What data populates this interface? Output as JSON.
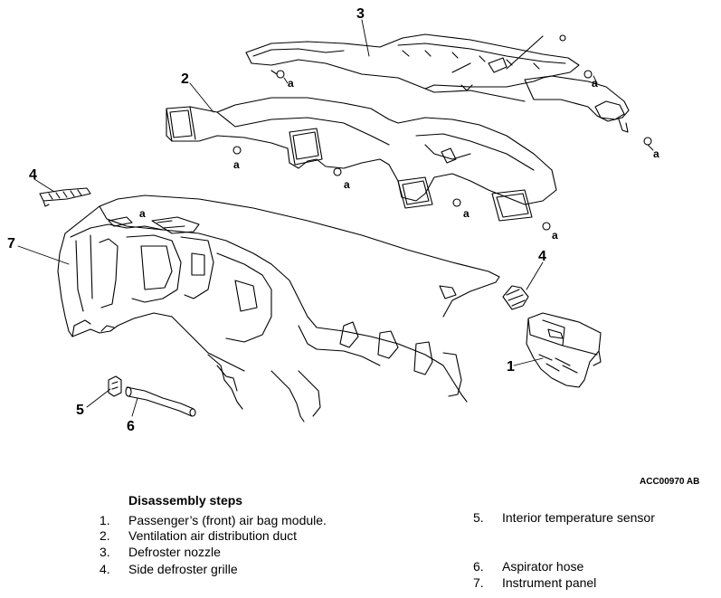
{
  "figure": {
    "reference_code": "ACC00970 AB",
    "callouts": [
      "1",
      "2",
      "3",
      "4",
      "4",
      "5",
      "6",
      "7"
    ],
    "fastener_label": "a"
  },
  "steps": {
    "title": "Disassembly steps",
    "items": [
      {
        "num": "1.",
        "text": "Passenger’s (front) air bag module."
      },
      {
        "num": "2.",
        "text": "Ventilation air distribution duct"
      },
      {
        "num": "3.",
        "text": "Defroster nozzle"
      },
      {
        "num": "4.",
        "text": "Side defroster grille"
      },
      {
        "num": "5.",
        "text": "Interior temperature sensor"
      },
      {
        "num": "6.",
        "text": "Aspirator hose"
      },
      {
        "num": "7.",
        "text": "Instrument panel"
      }
    ]
  }
}
